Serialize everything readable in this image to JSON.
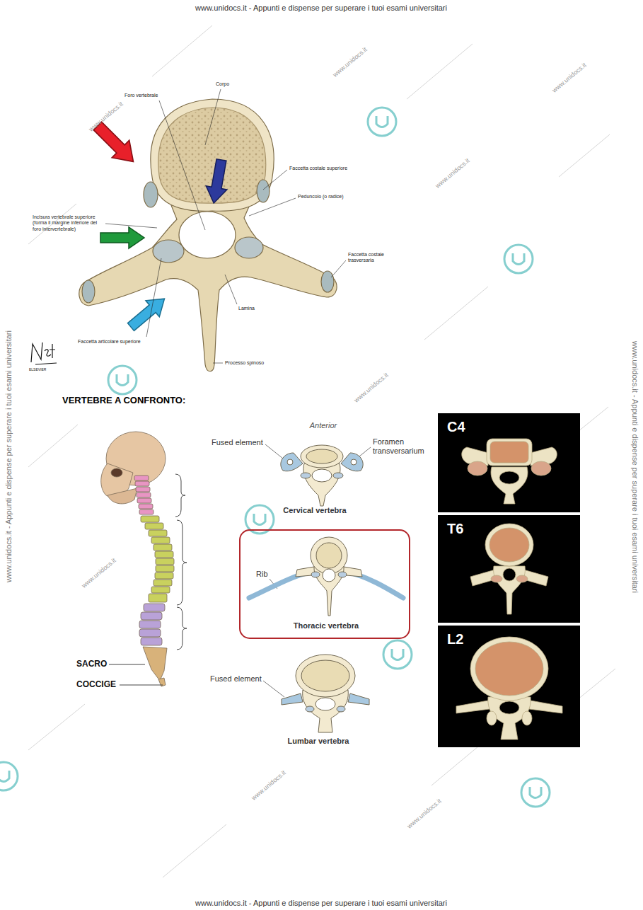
{
  "diagram": {
    "nodes": [
      {
        "text": [
          "Rib",
          "Thoracic vertebra"
        ]
      },
      {
        "text": [
          "C4"
        ]
      },
      {
        "text": [
          "T6"
        ]
      },
      {
        "text": [
          "L2"
        ]
      }
    ],
    "labels": [
      "www.unidocs.it - Appunti e dispense per superare i tuoi esami universitari",
      "www.unidocs.it - Appunti e dispense per superare i tuoi esami universitari",
      "www.unidocs.it - Appunti e dispense per superare i tuoi esami universitari",
      "www.unidocs.it - Appunti e dispense per superare i tuoi esami universitari",
      "Corpo",
      "Foro vertebrale",
      "Faccetta costale superiore",
      "Peduncolo (o radice)",
      "Incisura vertebrale superiore (forma il margine inferiore del foro intervertebrale)",
      "Faccetta costale trasversaria",
      "Lamina",
      "Faccetta articolare superiore",
      "Processo spinoso",
      "ELSEVIER",
      "VERTEBRE A CONFRONTO:",
      "SACRO",
      "COCCIGE",
      "Anterior",
      "Fused element",
      "Foramen transversarium",
      "Cervical vertebra",
      "Fused element",
      "Lumbar vertebra",
      "www.unidocs.it",
      "www.unidocs.it",
      "www.unidocs.it",
      "www.unidocs.it",
      "www.unidocs.it",
      "www.unidocs.it",
      "www.unidocs.it",
      "www.unidocs.it"
    ]
  }
}
